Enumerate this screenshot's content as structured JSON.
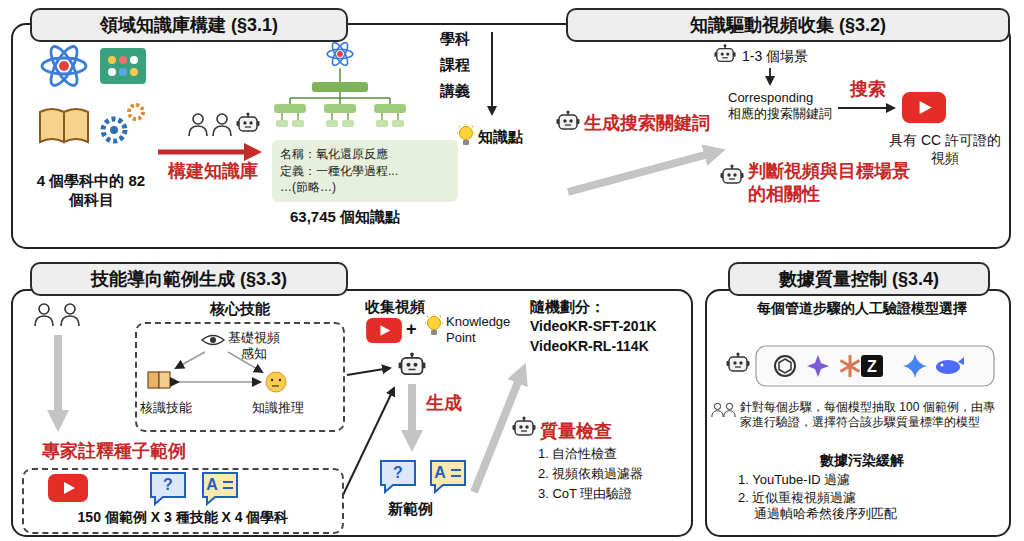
{
  "diagram": {
    "nodes": [
      {
        "text": [
          "領域知識庫構建 (§3.1)"
        ]
      },
      {
        "text": [
          "知識驅動視頻收集 (§3.2)"
        ]
      },
      {
        "text": [
          "技能導向範例生成 (§3.3)"
        ]
      },
      {
        "text": [
          "數據質量控制 (§3.4)"
        ]
      },
      {
        "text": [
          "名稱：氧化還原反應",
          "定義：一種化學過程...",
          "…(節略…)"
        ]
      },
      {
        "text": [
          "核心技能"
        ]
      },
      {
        "text": [
          "150 個範例 X 3 種技能 X 4 個學科"
        ]
      }
    ],
    "labels": [
      "學科",
      "課程",
      "講義",
      "知識點",
      "構建知識庫",
      "4 個學科中的 82 個科目",
      "63,745 個知識點",
      "生成搜索關鍵詞",
      "1-3 個場景",
      "Corresponding",
      "相應的搜索關鍵詞",
      "搜索",
      "具有 CC 許可證的視頻",
      "判斷視頻與目標場景的相關性",
      "基礎視頻感知",
      "核識技能",
      "知識推理",
      "專家註釋種子範例",
      "?",
      "A",
      "收集視頻",
      "+",
      "Knowledge Point",
      "生成",
      "?",
      "A",
      "新範例",
      "隨機劃分：",
      "VideoKR-SFT-201K",
      "VideoKR-RL-114K",
      "質量檢查",
      "1. 自洽性檢查",
      "2. 視頻依賴過濾器",
      "3. CoT 理由驗證",
      "每個管道步驟的人工驗證模型選擇",
      "針對每個步驟，每個模型抽取 100 個範例，由專家進行驗證，選擇符合該步驟質量標準的模型",
      "數據污染緩解",
      "1. YouTube-ID 過濾",
      "2. 近似重複視頻過濾 通過幀哈希然後序列匹配",
      "Z"
    ]
  }
}
